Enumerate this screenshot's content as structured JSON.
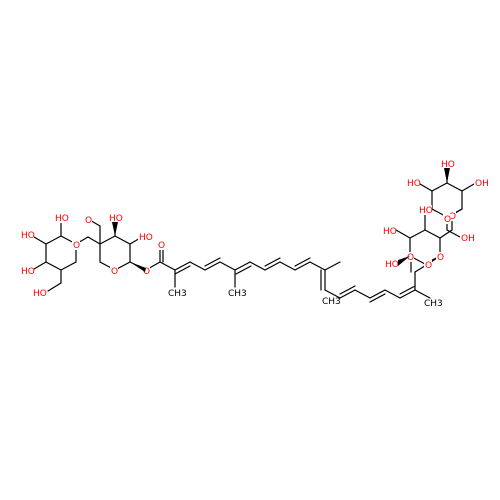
{
  "diagram": {
    "atom_labels": {
      "oh": "HO",
      "oh_right": "OH",
      "ho_ch2": "HO",
      "ring_o": "O",
      "ester_o": "O",
      "carbonyl_o": "O",
      "link_o": "O",
      "methyl": "CH3"
    },
    "colors": {
      "bond": "#000000",
      "heteroatom": "#ff0000",
      "background": "#ffffff"
    }
  }
}
